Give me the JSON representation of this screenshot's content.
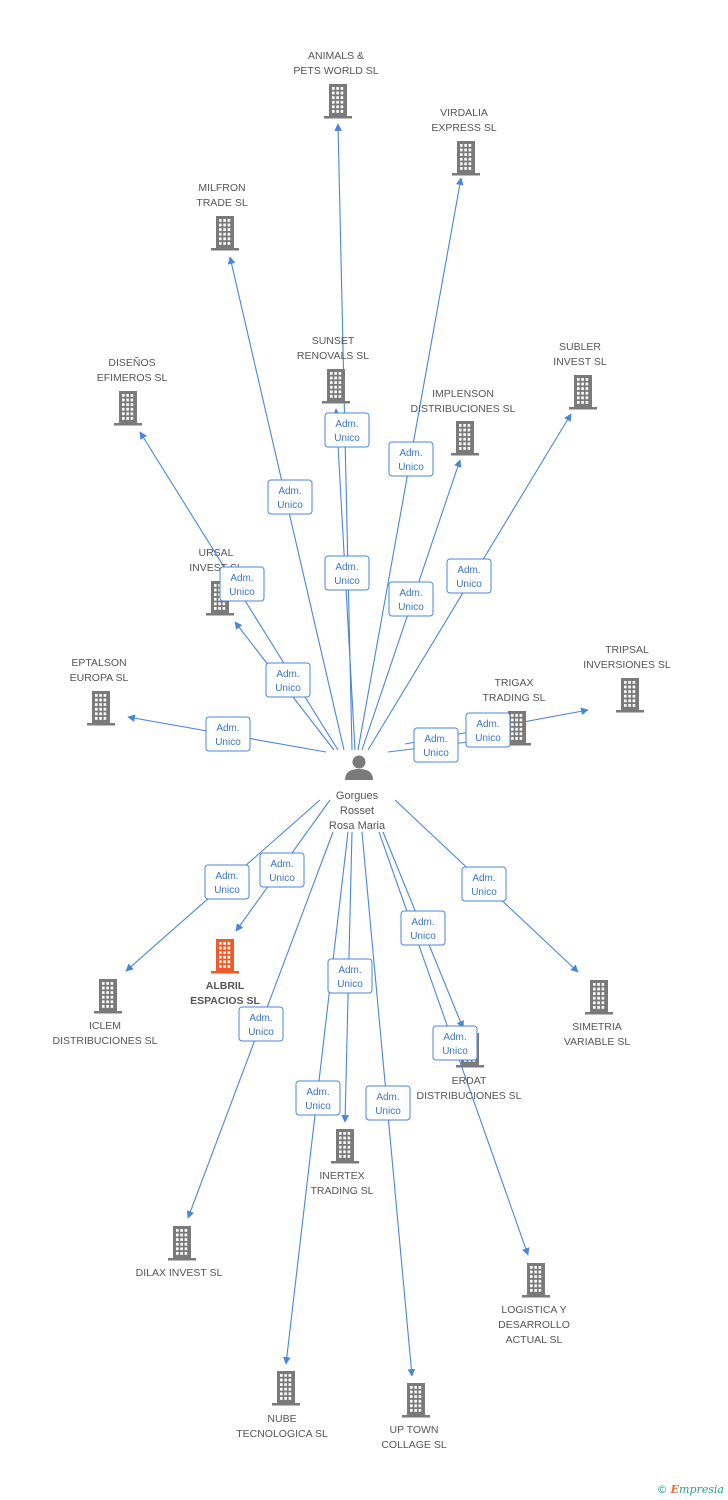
{
  "colors": {
    "edge": "#4a86d8",
    "building": "#7a7a7a",
    "highlight": "#f05a28",
    "label": "#555555"
  },
  "person": {
    "name_lines": [
      "Gorgues",
      "Rosset",
      "Rosa Maria"
    ],
    "icon": "person-icon"
  },
  "relation_label": [
    "Adm.",
    "Unico"
  ],
  "companies": [
    {
      "id": "animals",
      "lines": [
        "ANIMALS &",
        "PETS WORLD SL"
      ],
      "icon": "building-icon"
    },
    {
      "id": "virdalia",
      "lines": [
        "VIRDALIA",
        "EXPRESS SL"
      ],
      "icon": "building-icon"
    },
    {
      "id": "milfron",
      "lines": [
        "MILFRON",
        "TRADE SL"
      ],
      "icon": "building-icon"
    },
    {
      "id": "sunset",
      "lines": [
        "SUNSET",
        "RENOVALS SL"
      ],
      "icon": "building-icon"
    },
    {
      "id": "subler",
      "lines": [
        "SUBLER",
        "INVEST SL"
      ],
      "icon": "building-icon"
    },
    {
      "id": "disenos",
      "lines": [
        "DISEÑOS",
        "EFIMEROS SL"
      ],
      "icon": "building-icon"
    },
    {
      "id": "implenson",
      "lines": [
        "IMPLENSON",
        "DISTRIBUCIONES SL"
      ],
      "icon": "building-icon"
    },
    {
      "id": "ursal",
      "lines": [
        "URSAL",
        "INVEST SL"
      ],
      "icon": "building-icon"
    },
    {
      "id": "tripsal",
      "lines": [
        "TRIPSAL",
        "INVERSIONES SL"
      ],
      "icon": "building-icon"
    },
    {
      "id": "eptalson",
      "lines": [
        "EPTALSON",
        "EUROPA SL"
      ],
      "icon": "building-icon"
    },
    {
      "id": "trigax",
      "lines": [
        "TRIGAX",
        "TRADING SL"
      ],
      "icon": "building-icon"
    },
    {
      "id": "albril",
      "lines": [
        "ALBRIL",
        "ESPACIOS SL"
      ],
      "icon": "building-icon",
      "highlight": true
    },
    {
      "id": "iclem",
      "lines": [
        "ICLEM",
        "DISTRIBUCIONES SL"
      ],
      "icon": "building-icon"
    },
    {
      "id": "simetria",
      "lines": [
        "SIMETRIA",
        "VARIABLE SL"
      ],
      "icon": "building-icon"
    },
    {
      "id": "erdat",
      "lines": [
        "ERDAT",
        "DISTRIBUCIONES SL"
      ],
      "icon": "building-icon"
    },
    {
      "id": "inertex",
      "lines": [
        "INERTEX",
        "TRADING SL"
      ],
      "icon": "building-icon"
    },
    {
      "id": "dilax",
      "lines": [
        "DILAX INVEST SL"
      ],
      "icon": "building-icon"
    },
    {
      "id": "logistica",
      "lines": [
        "LOGISTICA Y",
        "DESARROLLO",
        "ACTUAL SL"
      ],
      "icon": "building-icon"
    },
    {
      "id": "nube",
      "lines": [
        "NUBE",
        "TECNOLOGICA SL"
      ],
      "icon": "building-icon"
    },
    {
      "id": "uptown",
      "lines": [
        "UP TOWN",
        "COLLAGE SL"
      ],
      "icon": "building-icon"
    }
  ],
  "footer": {
    "copyright": "©",
    "brand_e": "E",
    "brand_rest": "mpresia"
  }
}
